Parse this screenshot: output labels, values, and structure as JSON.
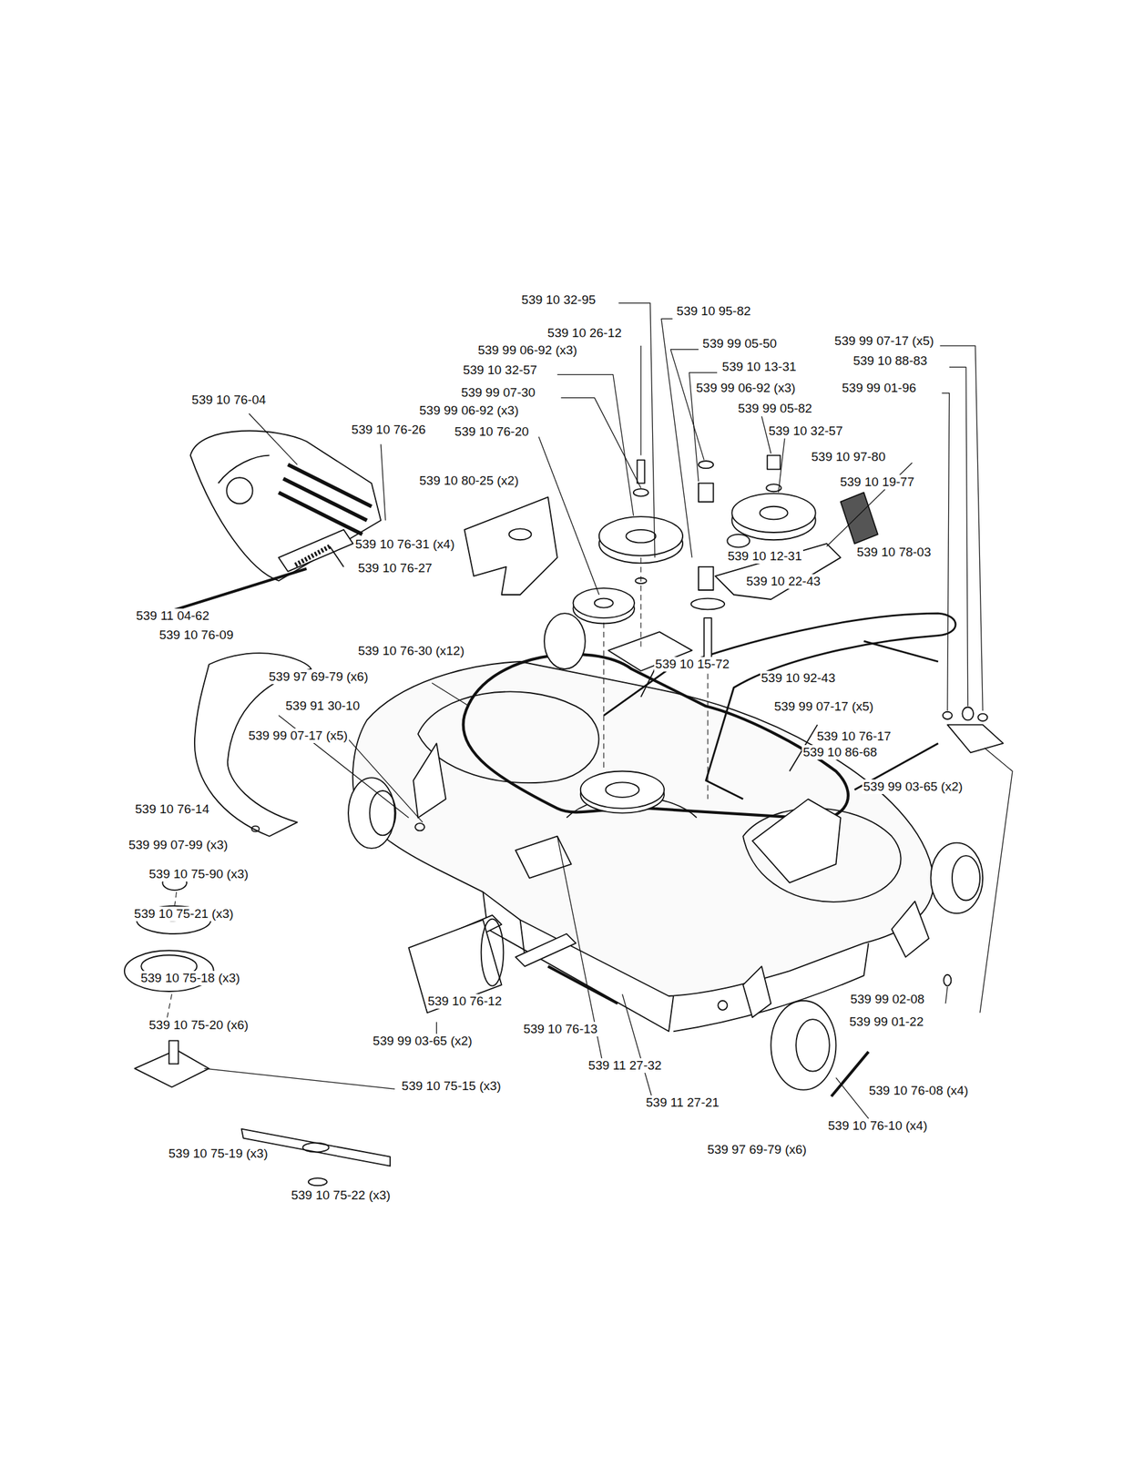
{
  "diagram": {
    "labels": [
      "539 10 32-95",
      "539 10 95-82",
      "539 10 26-12",
      "539 99 05-50",
      "539 99 06-92 (x3)",
      "539 99 07-17 (x5)",
      "539 10 88-83",
      "539 10 32-57",
      "539 10 13-31",
      "539 99 07-30",
      "539 99 06-92 (x3)",
      "539 99 01-96",
      "539 10 76-04",
      "539 99 05-82",
      "539 99 06-92 (x3)",
      "539 10 76-20",
      "539 10 32-57",
      "539 10 76-26",
      "539 10 97-80",
      "539 10 80-25 (x2)",
      "539 10 19-77",
      "539 10 78-03",
      "539 10 76-31 (x4)",
      "539 10 12-31",
      "539 10 76-27",
      "539 10 22-43",
      "539 11 04-62",
      "539 10 76-09",
      "539 10 76-30 (x12)",
      "539 10 15-72",
      "539 97 69-79 (x6)",
      "539 10 92-43",
      "539 91 30-10",
      "539 99 07-17 (x5)",
      "539 10 76-17",
      "539 99 07-17 (x5)",
      "539 10 86-68",
      "539 99 03-65 (x2)",
      "539 10 76-14",
      "539 99 07-99 (x3)",
      "539 10 75-90 (x3)",
      "539 10 75-21 (x3)",
      "539 10 75-18 (x3)",
      "539 10 76-12",
      "539 10 76-13",
      "539 10 75-20 (x6)",
      "539 99 02-08",
      "539 99 01-22",
      "539 99 03-65 (x2)",
      "539 10 75-15 (x3)",
      "539 11 27-32",
      "539 11 27-21",
      "539 10 76-08 (x4)",
      "539 10 76-10 (x4)",
      "539 10 75-19 (x3)",
      "539 97 69-79 (x6)",
      "539 10 75-22 (x3)"
    ]
  }
}
